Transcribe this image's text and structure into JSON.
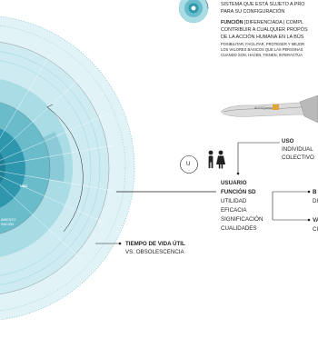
{
  "colors": {
    "teal_dark": "#2e96ad",
    "teal_mid": "#6bbccb",
    "teal_light": "#a9dce4",
    "teal_pale": "#e1f3f6",
    "ink": "#231f20"
  },
  "top_block": {
    "line1": "SISTEMA QUE ESTÁ SUJETO A PRO",
    "line2": "PARA SU CONFIGURACIÓN",
    "funcion_label": "FUNCIÓN",
    "funcion_line1_rest": " [DIFERENCIADA | COMPL",
    "funcion_line2": "CONTRIBUIR A CUALQUIER PROPÓS",
    "funcion_line3": "DE LA ACCIÓN HUMANA EN LA BÚS",
    "small_line1": "POSIBILITAR, FACILITAR, PROTEGER Y MEJOR",
    "small_line2": "LOS VALORES BÁSICOS QUE LAS PERSONAS",
    "small_line3": "CUANDO SON, HACEN, TIENEN, INTERACTÚA"
  },
  "uso": {
    "title": "USO",
    "line1": "INDIVIDUAL",
    "line2": "COLECTIVO"
  },
  "usuario": {
    "badge": "U",
    "title": "USUARIO",
    "funcion": "FUNCIÓN SD",
    "items": [
      "UTILIDAD",
      "EFICACIA",
      "SIGNIFICACIÓN",
      "CUALIDADES"
    ]
  },
  "right_cut": {
    "b_letter": "B",
    "b_sub": "DI",
    "v_letter": "VA",
    "v_sub": "CI"
  },
  "tiempo": {
    "title": "TIEMPO DE VIDA ÚTIL",
    "subtitle": "VS. OBSOLESCENCIA"
  },
  "ring_labels": {
    "uso": "USO",
    "inner_a1": "AMIENTO",
    "inner_a2": "RACIÓN"
  },
  "product_label": "ALEXQuedo"
}
